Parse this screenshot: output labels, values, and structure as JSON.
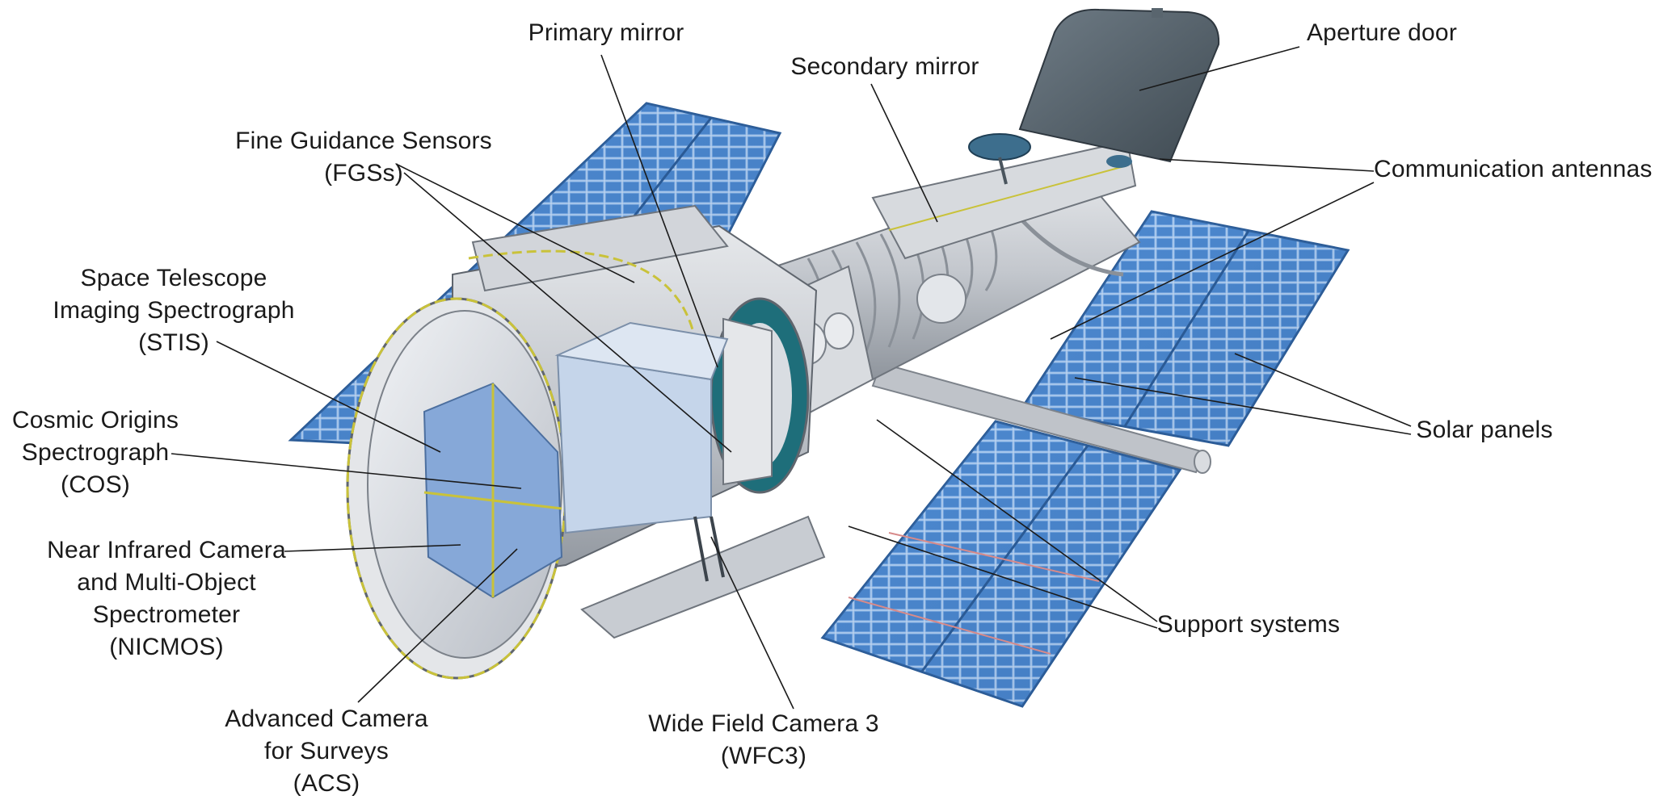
{
  "labels": {
    "primary_mirror": [
      "Primary mirror"
    ],
    "secondary_mirror": [
      "Secondary mirror"
    ],
    "aperture_door": [
      "Aperture door"
    ],
    "fgs": [
      "Fine Guidance Sensors",
      "(FGSs)"
    ],
    "communication_antennas": [
      "Communication antennas"
    ],
    "stis": [
      "Space Telescope",
      "Imaging Spectrograph",
      "(STIS)"
    ],
    "cos": [
      "Cosmic Origins",
      "Spectrograph",
      "(COS)"
    ],
    "solar_panels": [
      "Solar panels"
    ],
    "nicmos": [
      "Near Infrared Camera",
      "and Multi-Object",
      "Spectrometer",
      "(NICMOS)"
    ],
    "support_systems": [
      "Support systems"
    ],
    "acs": [
      "Advanced Camera",
      "for Surveys",
      "(ACS)"
    ],
    "wfc3": [
      "Wide Field Camera 3",
      "(WFC3)"
    ]
  },
  "colors": {
    "panel": "#3f7fc8",
    "panel_light": "#8cbaf0",
    "panel_dark": "#1f4f8f",
    "hull": "#c9ccd1",
    "hull_dark": "#8e949c",
    "gold": "#c9c23a",
    "door": "#5b6872",
    "instrument": "#86a8d8"
  }
}
